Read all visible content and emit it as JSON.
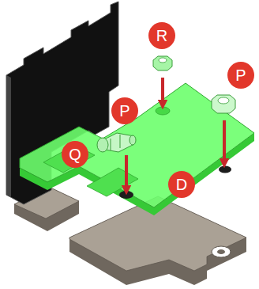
{
  "diagram": {
    "labels": [
      "R",
      "P",
      "P",
      "Q",
      "D"
    ]
  }
}
